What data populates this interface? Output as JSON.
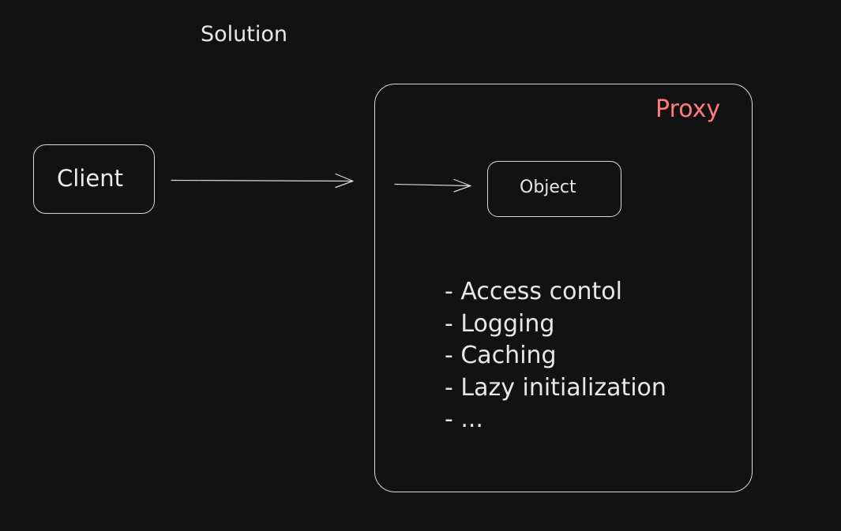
{
  "title": "Solution",
  "client": {
    "label": "Client"
  },
  "proxy": {
    "label": "Proxy",
    "label_color": "#ff7b7b",
    "object": {
      "label": "Object"
    },
    "features": [
      "- Access contol",
      "- Logging",
      "- Caching",
      "- Lazy initialization",
      "- ..."
    ]
  },
  "colors": {
    "background": "#121212",
    "stroke": "#d9d9d9",
    "text": "#e8e8e8"
  }
}
